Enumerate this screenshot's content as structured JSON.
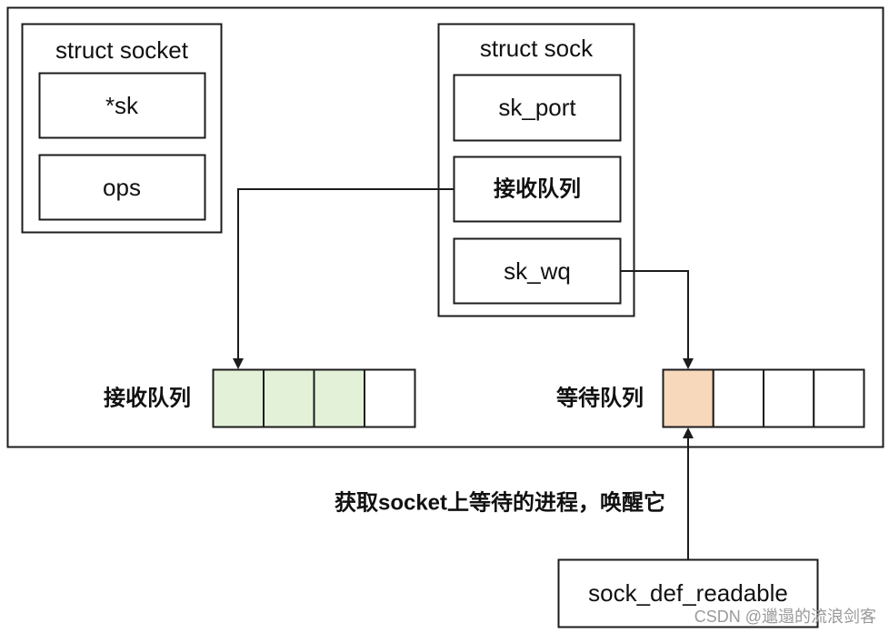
{
  "struct_socket": {
    "title": "struct socket",
    "fields": [
      "*sk",
      "ops"
    ]
  },
  "struct_sock": {
    "title": "struct sock",
    "fields": [
      "sk_port",
      "接收队列",
      "sk_wq"
    ]
  },
  "receive_queue": {
    "label": "接收队列",
    "cells": [
      true,
      true,
      true,
      false
    ],
    "fill_color": "#e3f1d8"
  },
  "wait_queue": {
    "label": "等待队列",
    "cells": [
      true,
      false,
      false,
      false
    ],
    "fill_color": "#f7d8ba"
  },
  "wakeup_annotation": "获取socket上等待的进程，唤醒它",
  "callback": "sock_def_readable",
  "watermark": "CSDN @邋遢的流浪剑客"
}
